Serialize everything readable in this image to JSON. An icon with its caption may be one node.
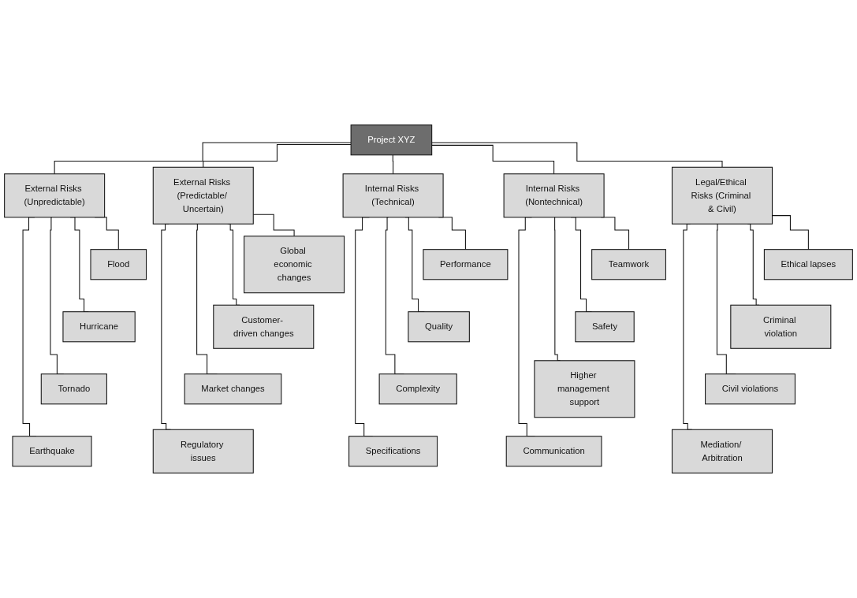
{
  "diagram": {
    "nodes": [
      {
        "text": [
          "Project XYZ"
        ]
      },
      {
        "text": [
          "External Risks (Unpredictable)"
        ]
      },
      {
        "text": [
          "External Risks (Predictable/ Uncertain)"
        ]
      },
      {
        "text": [
          "Internal Risks (Technical)"
        ]
      },
      {
        "text": [
          "Internal Risks (Nontechnical)"
        ]
      },
      {
        "text": [
          "Legal/Ethical Risks (Criminal & Civil)"
        ]
      },
      {
        "text": [
          "Flood"
        ]
      },
      {
        "text": [
          "Hurricane"
        ]
      },
      {
        "text": [
          "Tornado"
        ]
      },
      {
        "text": [
          "Earthquake"
        ]
      },
      {
        "text": [
          "Global economic changes"
        ]
      },
      {
        "text": [
          "Customer- driven changes"
        ]
      },
      {
        "text": [
          "Market changes"
        ]
      },
      {
        "text": [
          "Regulatory issues"
        ]
      },
      {
        "text": [
          "Performance"
        ]
      },
      {
        "text": [
          "Quality"
        ]
      },
      {
        "text": [
          "Complexity"
        ]
      },
      {
        "text": [
          "Specifications"
        ]
      },
      {
        "text": [
          "Teamwork"
        ]
      },
      {
        "text": [
          "Safety"
        ]
      },
      {
        "text": [
          "Higher management support"
        ]
      },
      {
        "text": [
          "Communication"
        ]
      },
      {
        "text": [
          "Ethical lapses"
        ]
      },
      {
        "text": [
          "Criminal violation"
        ]
      },
      {
        "text": [
          "Civil violations"
        ]
      },
      {
        "text": [
          "Mediation/ Arbitration"
        ]
      }
    ],
    "edges": [
      {
        "from": 0,
        "to": 1,
        "arrow": "none"
      },
      {
        "from": 0,
        "to": 2,
        "arrow": "none"
      },
      {
        "from": 0,
        "to": 3,
        "arrow": "none"
      },
      {
        "from": 0,
        "to": 4,
        "arrow": "none"
      },
      {
        "from": 0,
        "to": 5,
        "arrow": "none"
      },
      {
        "from": 1,
        "to": 6,
        "arrow": "none"
      },
      {
        "from": 1,
        "to": 7,
        "arrow": "none"
      },
      {
        "from": 1,
        "to": 8,
        "arrow": "none"
      },
      {
        "from": 1,
        "to": 9,
        "arrow": "none"
      },
      {
        "from": 2,
        "to": 10,
        "arrow": "none"
      },
      {
        "from": 2,
        "to": 11,
        "arrow": "none"
      },
      {
        "from": 2,
        "to": 12,
        "arrow": "none"
      },
      {
        "from": 2,
        "to": 13,
        "arrow": "none"
      },
      {
        "from": 3,
        "to": 14,
        "arrow": "none"
      },
      {
        "from": 3,
        "to": 15,
        "arrow": "none"
      },
      {
        "from": 3,
        "to": 16,
        "arrow": "none"
      },
      {
        "from": 3,
        "to": 17,
        "arrow": "none"
      },
      {
        "from": 4,
        "to": 18,
        "arrow": "none"
      },
      {
        "from": 4,
        "to": 19,
        "arrow": "none"
      },
      {
        "from": 4,
        "to": 20,
        "arrow": "none"
      },
      {
        "from": 4,
        "to": 21,
        "arrow": "none"
      },
      {
        "from": 5,
        "to": 22,
        "arrow": "none"
      },
      {
        "from": 5,
        "to": 23,
        "arrow": "none"
      },
      {
        "from": 5,
        "to": 24,
        "arrow": "none"
      },
      {
        "from": 5,
        "to": 25,
        "arrow": "none"
      }
    ]
  }
}
